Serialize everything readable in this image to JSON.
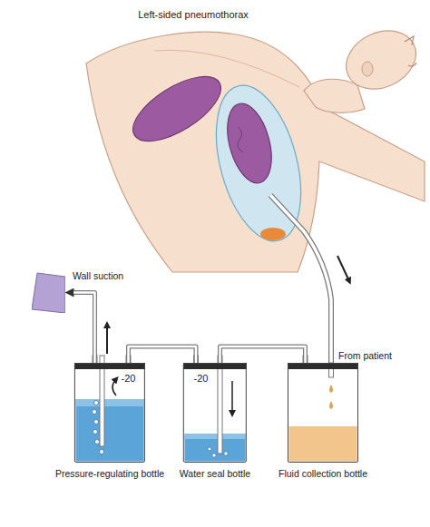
{
  "diagram": {
    "title": "Left-sided pneumothorax",
    "nodes": [
      {
        "text": [
          "Wall suction"
        ]
      },
      {
        "text": [
          "-20",
          "Pressure-regulating bottle"
        ]
      },
      {
        "text": [
          "-20",
          "Water seal bottle"
        ]
      },
      {
        "text": [
          "Fluid collection bottle"
        ]
      }
    ],
    "edges": [
      {
        "from": 3,
        "to": 2,
        "arrow": "none"
      },
      {
        "from": 2,
        "to": 1,
        "arrow": "none"
      },
      {
        "from": 1,
        "to": 0,
        "arrow": "to"
      }
    ],
    "labels": [
      "From patient"
    ]
  }
}
